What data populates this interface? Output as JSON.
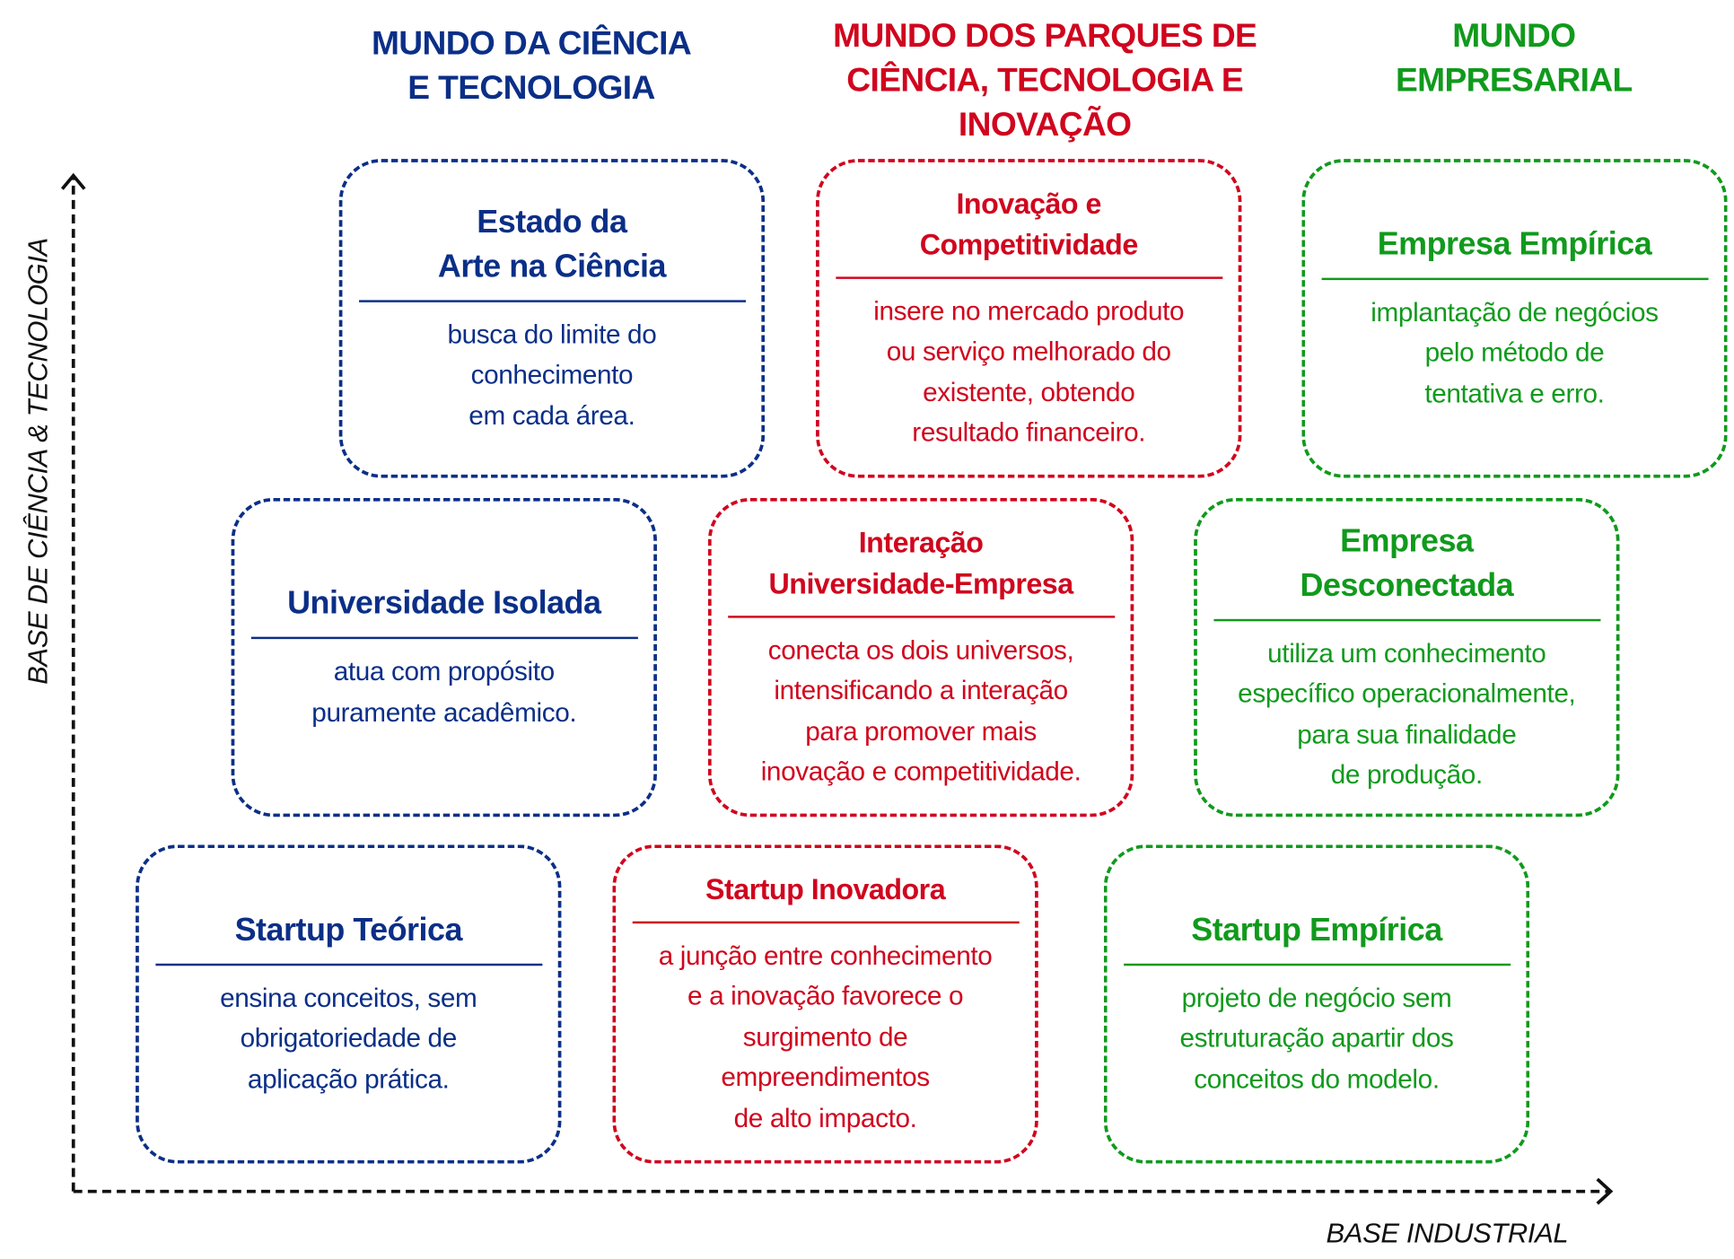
{
  "colors": {
    "science": "#0b2f87",
    "parks": "#d0051e",
    "business": "#109a1c",
    "axis": "#111111"
  },
  "worlds": {
    "science": [
      "MUNDO DA CIÊNCIA",
      "E TECNOLOGIA"
    ],
    "parks": [
      "MUNDO DOS PARQUES DE",
      "CIÊNCIA, TECNOLOGIA E",
      "INOVAÇÃO"
    ],
    "business": [
      "MUNDO",
      "EMPRESARIAL"
    ]
  },
  "axes": {
    "y_label": "BASE DE CIÊNCIA & TECNOLOGIA",
    "x_label": "BASE INDUSTRIAL"
  },
  "boxes": [
    {
      "title": [
        "Estado da",
        "Arte na Ciência"
      ],
      "body": [
        "busca do limite do",
        "conhecimento",
        "em cada área."
      ]
    },
    {
      "title": [
        "Inovação e",
        "Competitividade"
      ],
      "body": [
        "insere no mercado produto",
        "ou serviço melhorado do",
        "existente, obtendo",
        "resultado financeiro."
      ]
    },
    {
      "title": [
        "Empresa Empírica"
      ],
      "body": [
        "implantação de negócios",
        "pelo método de",
        "tentativa e erro."
      ]
    },
    {
      "title": [
        "Universidade Isolada"
      ],
      "body": [
        "atua com propósito",
        "puramente acadêmico."
      ]
    },
    {
      "title": [
        "Interação",
        "Universidade-Empresa"
      ],
      "body": [
        "conecta os dois universos,",
        "intensificando a interação",
        "para promover mais",
        "inovação e competitividade."
      ]
    },
    {
      "title": [
        "Empresa",
        "Desconectada"
      ],
      "body": [
        "utiliza um conhecimento",
        "específico operacionalmente,",
        "para sua finalidade",
        "de produção."
      ]
    },
    {
      "title": [
        "Startup Teórica"
      ],
      "body": [
        "ensina conceitos, sem",
        "obrigatoriedade de",
        "aplicação prática."
      ]
    },
    {
      "title": [
        "Startup Inovadora"
      ],
      "body": [
        "a junção entre conhecimento",
        "e a inovação favorece o",
        "surgimento de",
        "empreendimentos",
        "de alto impacto."
      ]
    },
    {
      "title": [
        "Startup Empírica"
      ],
      "body": [
        "projeto de negócio sem",
        "estruturação apartir dos",
        "conceitos do modelo."
      ]
    }
  ]
}
